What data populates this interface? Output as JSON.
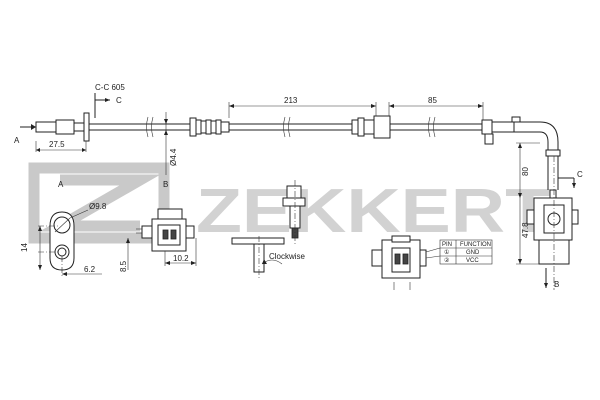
{
  "brand": {
    "logo_text": "ZEKKERT"
  },
  "section_labels": {
    "cc": "C-C 605",
    "c_top": "C",
    "c_right": "C",
    "a_left": "A",
    "a_view": "A",
    "b_view": "B",
    "b_bottom": "B"
  },
  "dimensions": {
    "d27_5": "27.5",
    "d213": "213",
    "d85": "85",
    "d4_4": "Ø4.4",
    "d80": "80",
    "d47_8": "47.8",
    "d9_8": "Ø9.8",
    "d14": "14",
    "d6_2": "6.2",
    "d8_5": "8.5",
    "d10_2": "10.2"
  },
  "annotations": {
    "clockwise": "Clockwise"
  },
  "pin_table": {
    "headers": [
      "PIN",
      "FUNCTION"
    ],
    "rows": [
      {
        "pin": "①",
        "function": "GND"
      },
      {
        "pin": "②",
        "function": "VCC"
      }
    ]
  }
}
